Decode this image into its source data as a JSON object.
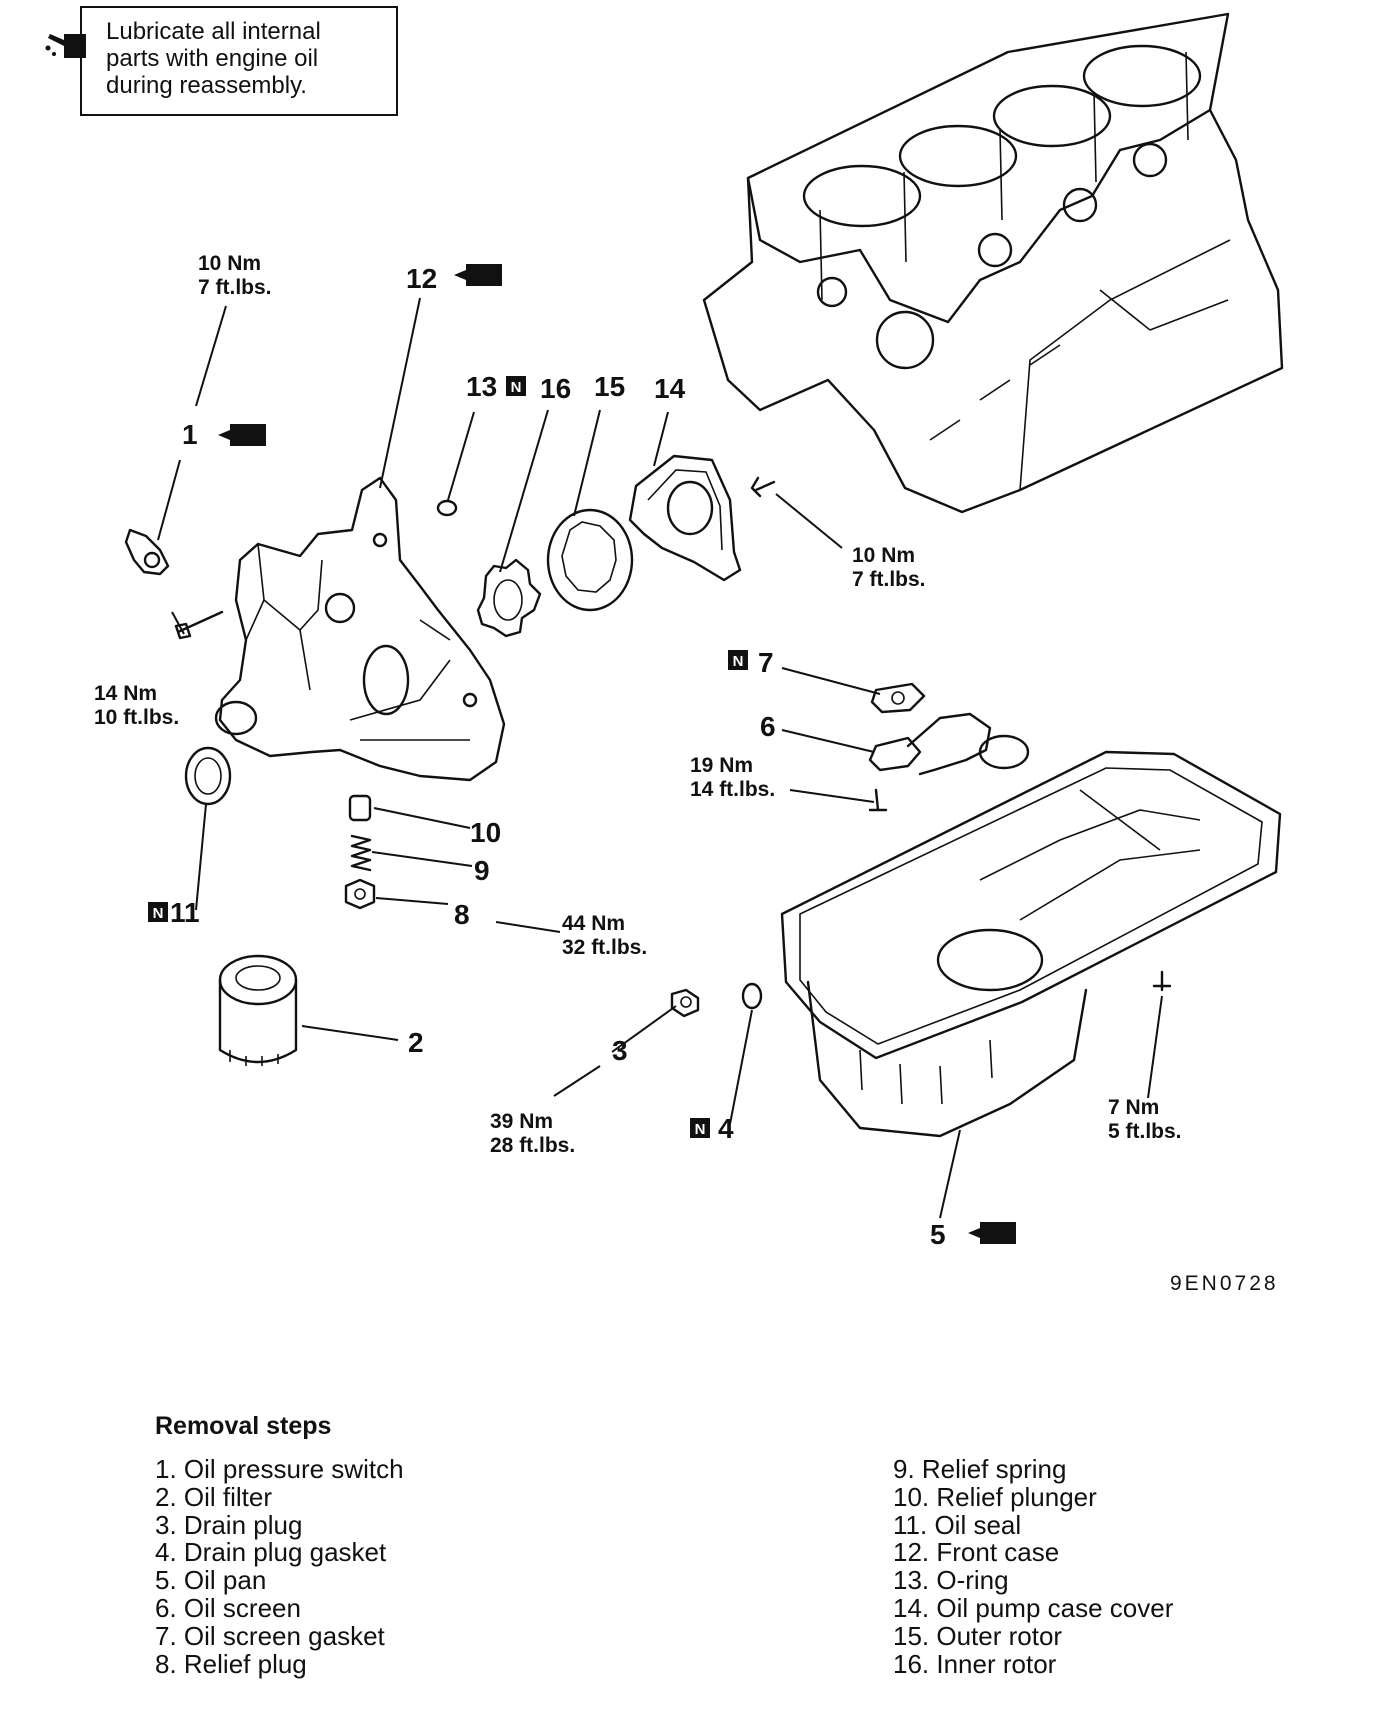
{
  "note": {
    "icon": "oil-can-icon",
    "text_lines": [
      "Lubricate all internal",
      "parts with engine oil",
      "during reassembly."
    ]
  },
  "callouts": {
    "c1": "1",
    "c2": "2",
    "c3": "3",
    "c4": "4",
    "c5": "5",
    "c6": "6",
    "c7": "7",
    "c8": "8",
    "c9": "9",
    "c10": "10",
    "c11": "11",
    "c12": "12",
    "c13": "13",
    "c14": "14",
    "c15": "15",
    "c16": "16"
  },
  "new_part_badge": "N",
  "torque": {
    "oil_pressure_switch": [
      "10 Nm",
      "7 ft.lbs."
    ],
    "cover_bolt": [
      "10 Nm",
      "7 ft.lbs."
    ],
    "front_case_bolt": [
      "14 Nm",
      "10 ft.lbs."
    ],
    "oil_screen_bolt": [
      "19 Nm",
      "14 ft.lbs."
    ],
    "relief_plug": [
      "44 Nm",
      "32 ft.lbs."
    ],
    "drain_plug": [
      "39 Nm",
      "28 ft.lbs."
    ],
    "oil_pan_bolt": [
      "7 Nm",
      "5 ft.lbs."
    ]
  },
  "figure_id": "9EN0728",
  "removal_steps": {
    "title": "Removal steps",
    "left": [
      "1. Oil pressure switch",
      "2. Oil filter",
      "3. Drain plug",
      "4. Drain plug gasket",
      "5. Oil pan",
      "6. Oil screen",
      "7. Oil screen gasket",
      "8. Relief plug"
    ],
    "right": [
      "9. Relief spring",
      "10. Relief plunger",
      "11. Oil seal",
      "12. Front case",
      "13. O-ring",
      "14. Oil pump case cover",
      "15. Outer rotor",
      "16. Inner rotor"
    ]
  }
}
